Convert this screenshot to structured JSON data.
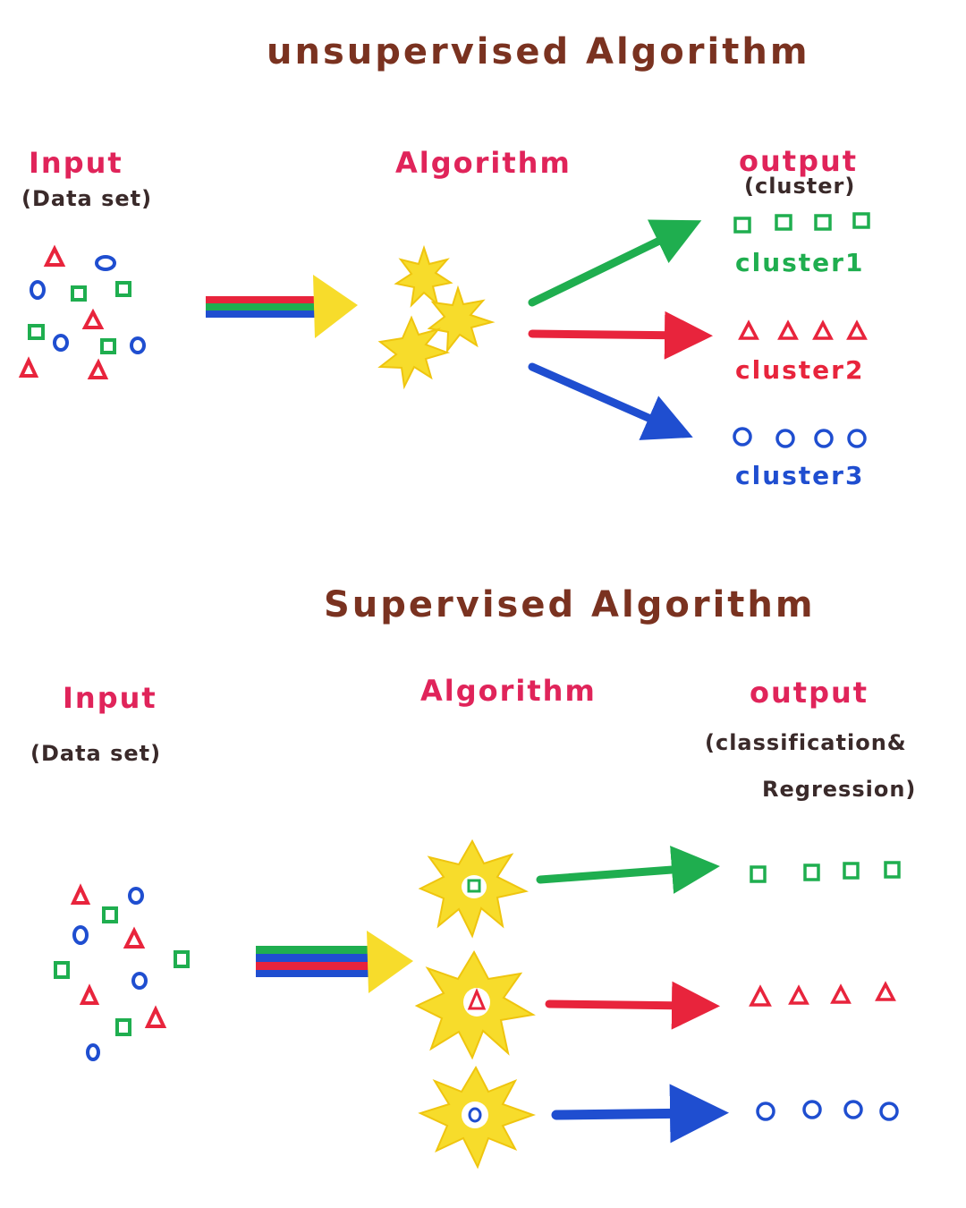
{
  "colors": {
    "title": "#7a3220",
    "label": "#e0245a",
    "green": "#1fae4f",
    "red": "#e8243c",
    "blue": "#1f4ed0",
    "yellow": "#f7dc2b"
  },
  "unsupervised": {
    "title": "unsupervised Algorithm",
    "input_label": "Input",
    "input_sub": "(Data set)",
    "algo_label": "Algorithm",
    "output_label": "output",
    "output_sub": "(cluster)",
    "cluster1": "cluster1",
    "cluster2": "cluster2",
    "cluster3": "cluster3"
  },
  "supervised": {
    "title": "Supervised Algorithm",
    "input_label": "Input",
    "input_sub": "(Data set)",
    "algo_label": "Algorithm",
    "output_label": "output",
    "output_sub_line1": "(classification&",
    "output_sub_line2": "Regression)"
  },
  "icons": [
    "triangle-icon",
    "circle-icon",
    "square-icon",
    "star-burst-icon",
    "arrow-icon"
  ]
}
